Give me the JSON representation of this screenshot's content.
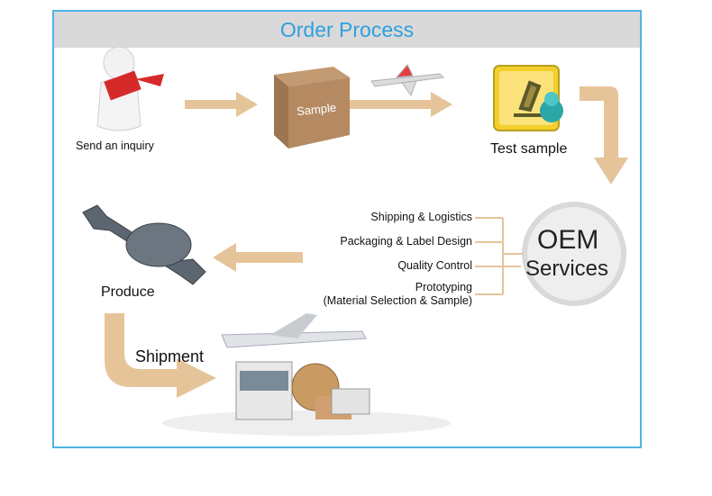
{
  "title": "Order Process",
  "steps": {
    "inquiry": "Send an inquiry",
    "sample_box": "Sample",
    "test": "Test sample",
    "oem_line1": "OEM",
    "oem_line2": "Services",
    "produce": "Produce",
    "shipment": "Shipment"
  },
  "oem_services": [
    "Shipping & Logistics",
    "Packaging & Label Design",
    "Quality Control",
    "Prototyping",
    "(Material Selection & Sample)"
  ],
  "colors": {
    "frame": "#4fb3e6",
    "header_bg": "#d9d9d9",
    "title": "#2f9fe0",
    "arrow": "#e6c49a"
  }
}
